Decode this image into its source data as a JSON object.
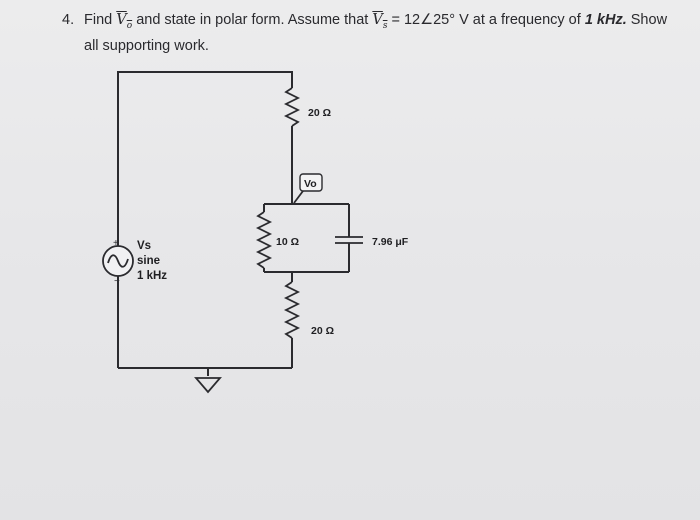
{
  "question": {
    "number": "4.",
    "intro": "Find",
    "vo_symbol": "V",
    "vo_sub": "o",
    "mid": "and state in polar form. Assume that",
    "vs_symbol": "V",
    "vs_sub": "s",
    "condition": "= 12∠25° V at a frequency of",
    "freq": "1 kHz.",
    "tail": "Show all supporting work."
  },
  "circuit": {
    "source": {
      "name": "Vs",
      "type": "sine",
      "freq": "1 kHz",
      "plus": "+",
      "minus": "−"
    },
    "r_top": "20 Ω",
    "r_middle": "10 Ω",
    "r_bottom": "20 Ω",
    "capacitor": "7.96 μF",
    "probe": "Vo"
  }
}
